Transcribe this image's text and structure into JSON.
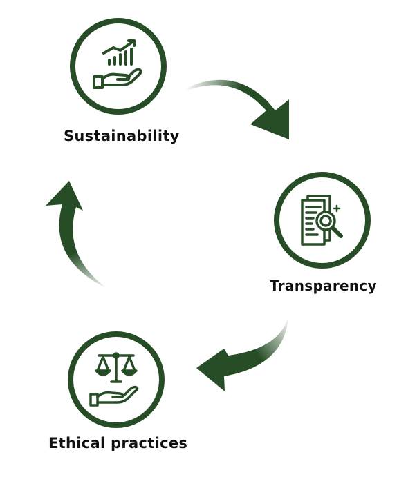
{
  "colors": {
    "primary_green": "#264d26",
    "label_text": "#111111",
    "background": "#ffffff"
  },
  "nodes": [
    {
      "id": "sustainability",
      "label": "Sustainability",
      "icon": "hand-growth-chart-icon"
    },
    {
      "id": "transparency",
      "label": "Transparency",
      "icon": "document-magnifier-icon"
    },
    {
      "id": "ethical",
      "label": "Ethical practices",
      "icon": "hand-scales-icon"
    }
  ],
  "arrows": [
    {
      "from": "sustainability",
      "to": "transparency",
      "icon": "curved-arrow-icon"
    },
    {
      "from": "transparency",
      "to": "ethical",
      "icon": "curved-arrow-icon"
    },
    {
      "from": "ethical",
      "to": "sustainability",
      "icon": "curved-arrow-icon"
    }
  ]
}
